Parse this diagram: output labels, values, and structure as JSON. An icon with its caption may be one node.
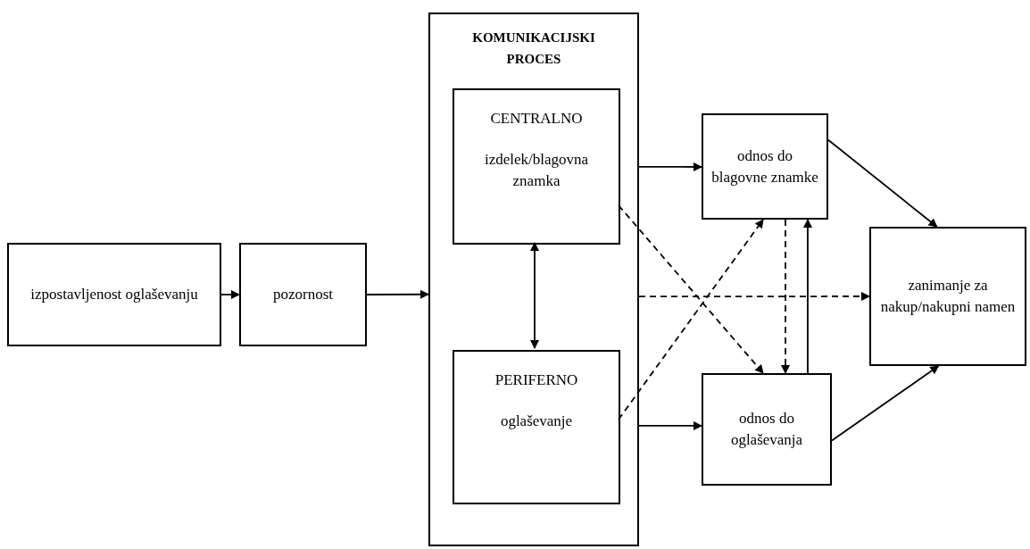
{
  "diagram": {
    "nodes": [
      {
        "text": [
          "izpostavljenost oglaševanju"
        ]
      },
      {
        "text": [
          "pozornost"
        ]
      },
      {
        "text": [
          "KOMUNIKACIJSKI PROCES"
        ]
      },
      {
        "text": [
          "CENTRALNO",
          "izdelek/blagovna znamka"
        ],
        "in": 2
      },
      {
        "text": [
          "PERIFERNO",
          "oglaševanje"
        ],
        "in": 2
      },
      {
        "text": [
          "odnos do blagovne znamke"
        ]
      },
      {
        "text": [
          "odnos do oglaševanja"
        ]
      },
      {
        "text": [
          "zanimanje za nakup/nakupni namen"
        ]
      }
    ],
    "edges": [
      {
        "from": 0,
        "to": 1,
        "arrow": "to"
      },
      {
        "from": 1,
        "to": 2,
        "arrow": "to"
      },
      {
        "from": 3,
        "to": 4,
        "arrow": "both"
      },
      {
        "from": 2,
        "to": 5,
        "arrow": "to"
      },
      {
        "from": 3,
        "to": 6,
        "arrow": "to",
        "style": "dashed"
      },
      {
        "from": 4,
        "to": 5,
        "arrow": "to",
        "style": "dashed"
      },
      {
        "from": 2,
        "to": 7,
        "arrow": "to",
        "style": "dashed"
      },
      {
        "from": 2,
        "to": 6,
        "arrow": "to"
      },
      {
        "from": 5,
        "to": 6,
        "arrow": "to",
        "style": "dashed"
      },
      {
        "from": 6,
        "to": 5,
        "arrow": "to"
      },
      {
        "from": 5,
        "to": 7,
        "arrow": "to"
      },
      {
        "from": 6,
        "to": 7,
        "arrow": "to"
      }
    ]
  }
}
